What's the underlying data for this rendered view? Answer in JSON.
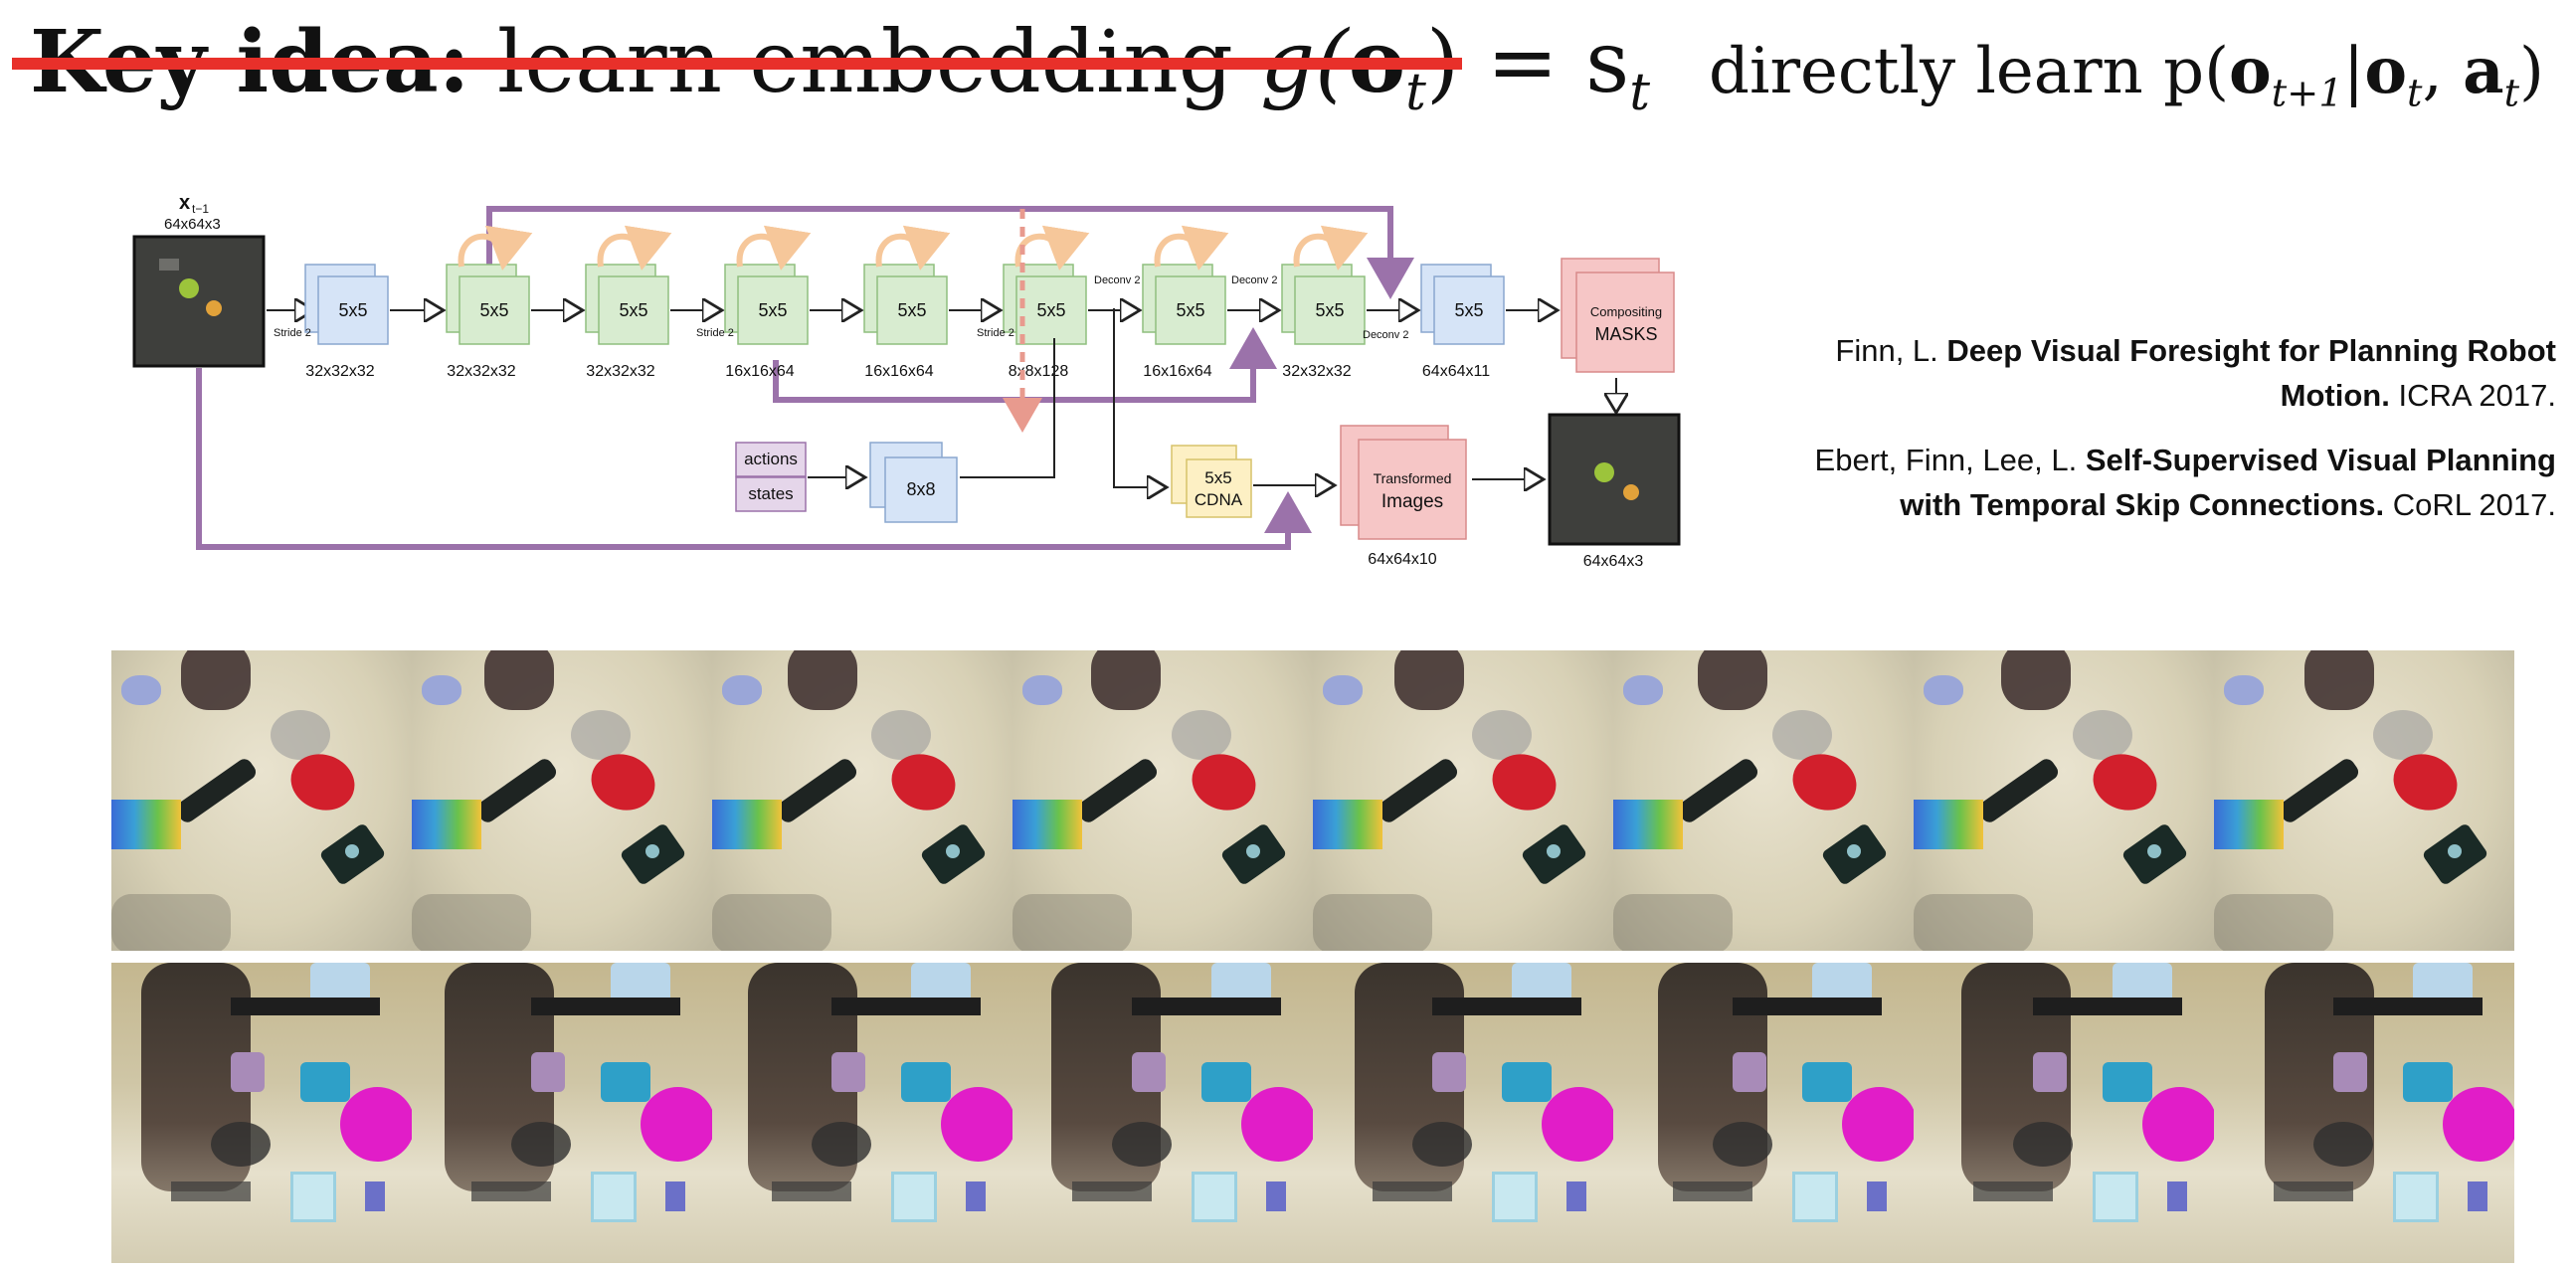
{
  "headline": {
    "key_prefix": "Key idea:",
    "key_text": "learn embedding",
    "key_func": "g(",
    "key_obs": "o",
    "key_obs_sub": "t",
    "key_eq": ") = s",
    "key_eq_sub": "t",
    "right_text": "directly learn p(",
    "right_o": "o",
    "right_o_sub": "t+1",
    "right_bar": "|",
    "right_o2": "o",
    "right_o2_sub": "t",
    "right_comma": ", ",
    "right_a": "a",
    "right_a_sub": "t",
    "right_close": ")"
  },
  "citations": [
    {
      "authors": "Finn, L. ",
      "title": "Deep Visual Foresight for Planning Robot Motion.",
      "venue": " ICRA 2017."
    },
    {
      "authors": "Ebert, Finn, Lee, L. ",
      "title": "Self-Supervised Visual Planning with Temporal Skip Connections.",
      "venue": " CoRL 2017."
    }
  ],
  "diagram": {
    "input_label": "x",
    "input_sub": "t−1",
    "input_dims": "64x64x3",
    "layers": [
      {
        "kernel": "5x5",
        "dims": "32x32x32"
      },
      {
        "kernel": "5x5",
        "dims": "32x32x32"
      },
      {
        "kernel": "5x5",
        "dims": "32x32x32"
      },
      {
        "kernel": "5x5",
        "dims": "16x16x64"
      },
      {
        "kernel": "5x5",
        "dims": "16x16x64"
      },
      {
        "kernel": "5x5",
        "dims": "8x8x128"
      },
      {
        "kernel": "5x5",
        "dims": "16x16x64"
      },
      {
        "kernel": "5x5",
        "dims": "32x32x32"
      },
      {
        "kernel": "5x5",
        "dims": "64x64x11"
      }
    ],
    "stride_labels": [
      "Stride 2",
      "Stride 2",
      "Stride 2"
    ],
    "deconv_labels": [
      "Deconv 2",
      "Deconv 2",
      "Deconv 2"
    ],
    "actions_label": "actions",
    "states_label": "states",
    "fc_label": "8x8",
    "cdna_line1": "5x5",
    "cdna_line2": "CDNA",
    "transformed_line1": "Transformed",
    "transformed_line2": "Images",
    "transformed_dims": "64x64x10",
    "masks_line1": "Compositing",
    "masks_line2": "MASKS",
    "output_dims": "64x64x3",
    "colors": {
      "conv_blue": "#d6e4f7",
      "conv_green": "#d8ecd0",
      "purple": "#9b72aa",
      "orange": "#f6c79a",
      "pink": "#f6c6c6",
      "yellow": "#fdf0c4",
      "lavender": "#e5d6ea"
    }
  },
  "strips": {
    "row1_frames": 8,
    "row2_frames": 8
  }
}
